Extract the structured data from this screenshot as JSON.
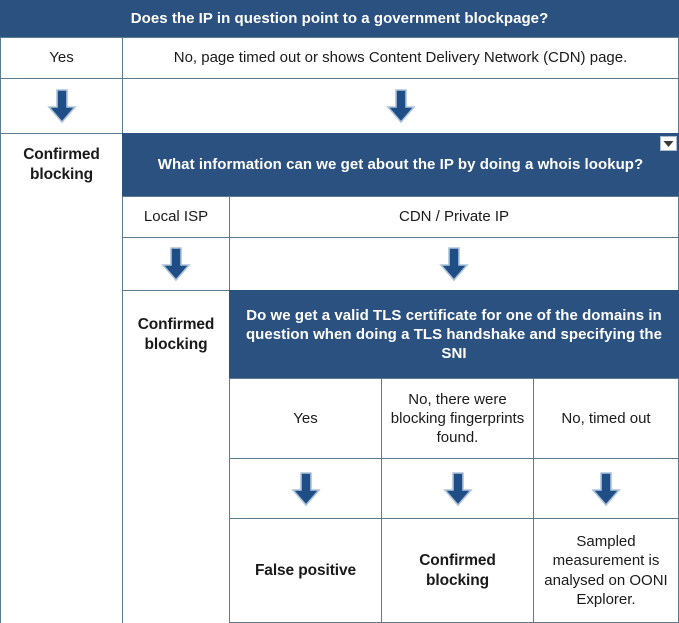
{
  "diagram": {
    "title_band": "Does the IP in question point to a government blockpage?",
    "row1": {
      "left": "Yes",
      "right": "No, page timed out or shows Content Delivery Network (CDN) page."
    },
    "row2_left_outcome": "Confirmed blocking",
    "whois_band": "What information can we get about the IP by doing a whois lookup?",
    "whois_options": {
      "local_isp": "Local ISP",
      "cdn_private": "CDN / Private IP"
    },
    "isp_outcome": "Confirmed blocking",
    "tls_band": "Do we get a valid TLS certificate for one of the domains in question when doing a TLS handshake and specifying the SNI",
    "tls_options": {
      "yes": "Yes",
      "blocking_fingerprints": "No, there were blocking fingerprints found.",
      "timed_out": "No, timed out"
    },
    "tls_outcomes": {
      "false_positive": "False positive",
      "confirmed_blocking": "Confirmed blocking",
      "sampled": "Sampled measurement is analysed on OONI Explorer."
    },
    "icons": {
      "down_arrow": "down-arrow-icon",
      "dropdown": "dropdown-filter-icon"
    },
    "colors": {
      "band": "#2b5180",
      "arrow": "#1f4e87",
      "arrow_outline": "#adc3d8",
      "grid": "#5b7c8d",
      "text": "#1a1a1a",
      "band_text": "#ffffff"
    }
  }
}
